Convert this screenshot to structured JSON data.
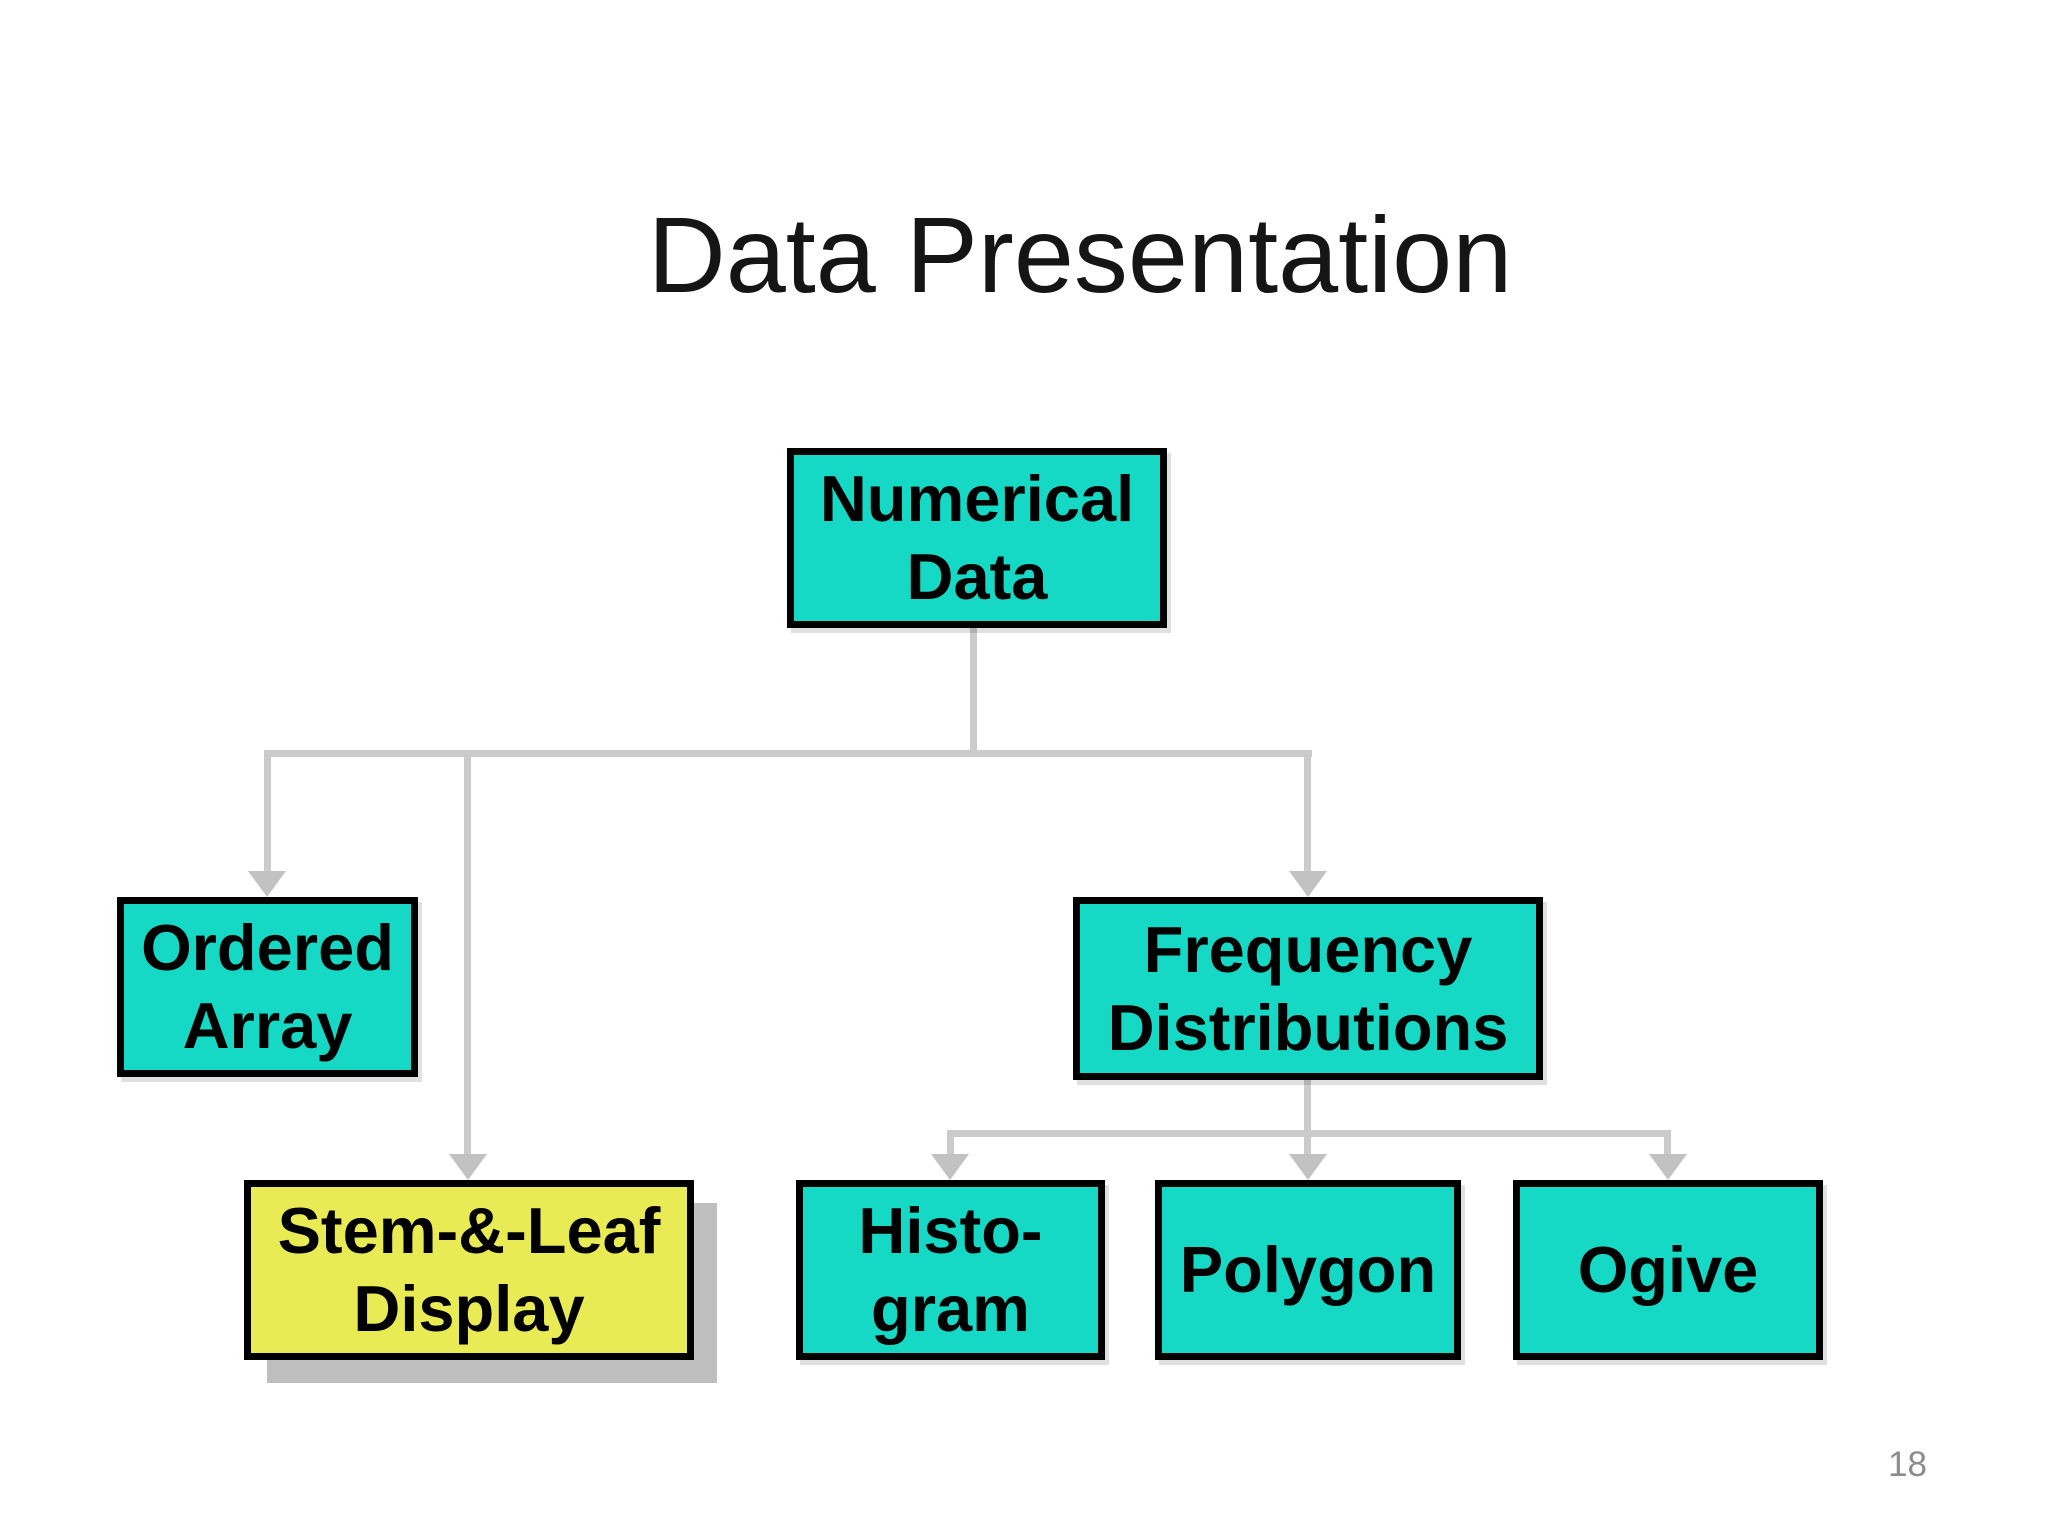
{
  "slide": {
    "title": "Data Presentation",
    "page_number": "18"
  },
  "colors": {
    "node_teal": "#15d9c5",
    "node_yellow": "#e9eb55",
    "node_border": "#000000",
    "connector": "#cbcbcb",
    "connector_arrow": "#c2c2c2",
    "shadow": "#bfbfbf",
    "page_number_text": "#8c8c8c"
  },
  "diagram": {
    "type": "tree",
    "nodes": [
      {
        "id": "numerical-data",
        "label": "Numerical Data",
        "line1": "Numerical",
        "line2": "Data",
        "fill": "teal"
      },
      {
        "id": "ordered-array",
        "label": "Ordered Array",
        "line1": "Ordered",
        "line2": "Array",
        "fill": "teal"
      },
      {
        "id": "stem-and-leaf-display",
        "label": "Stem-&-Leaf Display",
        "line1": "Stem-&-Leaf",
        "line2": "Display",
        "fill": "yellow"
      },
      {
        "id": "frequency-distributions",
        "label": "Frequency Distributions",
        "line1": "Frequency",
        "line2": "Distributions",
        "fill": "teal"
      },
      {
        "id": "histogram",
        "label": "Histo-gram",
        "line1": "Histo-",
        "line2": "gram",
        "fill": "teal"
      },
      {
        "id": "polygon",
        "label": "Polygon",
        "line1": "Polygon",
        "fill": "teal"
      },
      {
        "id": "ogive",
        "label": "Ogive",
        "line1": "Ogive",
        "fill": "teal"
      }
    ],
    "edges": [
      {
        "from": "numerical-data",
        "to": "ordered-array"
      },
      {
        "from": "numerical-data",
        "to": "stem-and-leaf-display"
      },
      {
        "from": "numerical-data",
        "to": "frequency-distributions"
      },
      {
        "from": "frequency-distributions",
        "to": "histogram"
      },
      {
        "from": "frequency-distributions",
        "to": "polygon"
      },
      {
        "from": "frequency-distributions",
        "to": "ogive"
      }
    ]
  }
}
